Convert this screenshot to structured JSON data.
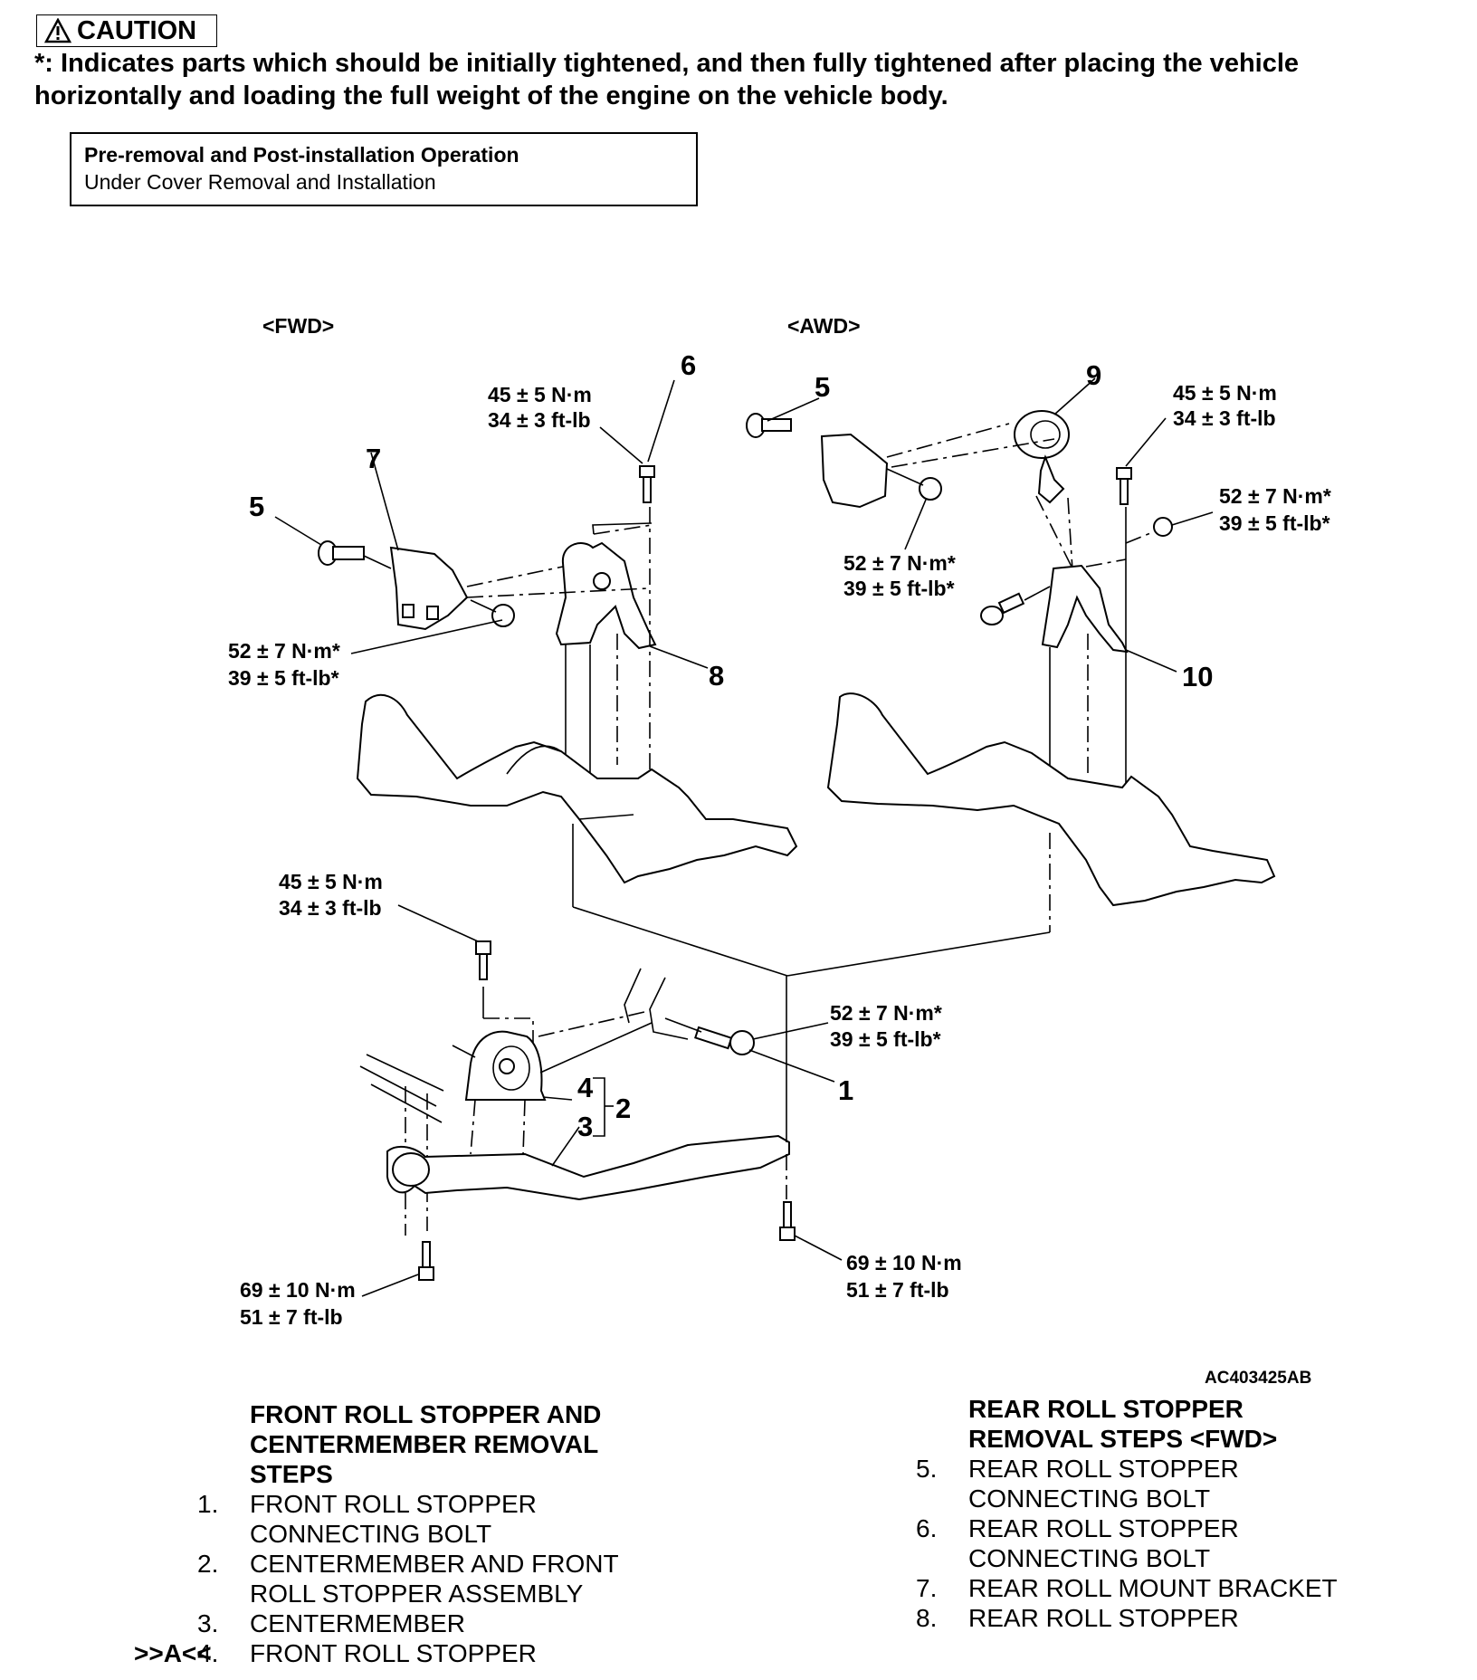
{
  "caution": {
    "label": "CAUTION",
    "icon": "warning-triangle-icon",
    "note": "*: Indicates parts which should be initially tightened, and then fully tightened after placing the vehicle horizontally and loading the full weight of the engine on the vehicle body."
  },
  "operation_box": {
    "title": "Pre-removal and Post-installation Operation",
    "item": "Under Cover Removal and Installation"
  },
  "diagram": {
    "fwd_label": "<FWD>",
    "awd_label": "<AWD>",
    "image_code": "AC403425AB",
    "callouts": {
      "fwd_5": "5",
      "fwd_6": "6",
      "fwd_7": "7",
      "fwd_8": "8",
      "awd_5": "5",
      "awd_9": "9",
      "awd_10": "10",
      "c1": "1",
      "c2": "2",
      "c3": "3",
      "c4": "4"
    },
    "torques": {
      "fwd_bolt6": {
        "nm": "45 ± 5 N·m",
        "ftlb": "34 ± 3 ft-lb"
      },
      "fwd_nut": {
        "nm": "52 ± 7 N·m*",
        "ftlb": "39 ± 5 ft-lb*"
      },
      "awd_bolt": {
        "nm": "45 ± 5 N·m",
        "ftlb": "34 ± 3 ft-lb"
      },
      "awd_nut_right": {
        "nm": "52 ± 7 N·m*",
        "ftlb": "39 ± 5 ft-lb*"
      },
      "awd_nut_left": {
        "nm": "52 ± 7 N·m*",
        "ftlb": "39 ± 5 ft-lb*"
      },
      "front_top_bolt": {
        "nm": "45 ± 5 N·m",
        "ftlb": "34 ± 3 ft-lb"
      },
      "front_bolt1": {
        "nm": "52 ± 7 N·m*",
        "ftlb": "39 ± 5 ft-lb*"
      },
      "center_left": {
        "nm": "69 ± 10 N·m",
        "ftlb": "51 ± 7 ft-lb"
      },
      "center_right": {
        "nm": "69 ± 10 N·m",
        "ftlb": "51 ± 7 ft-lb"
      }
    }
  },
  "front_steps": {
    "heading_lines": [
      "FRONT ROLL STOPPER AND",
      "CENTERMEMBER REMOVAL",
      "STEPS"
    ],
    "items": [
      {
        "marker": "",
        "num": "1.",
        "lines": [
          "FRONT ROLL STOPPER",
          "CONNECTING BOLT"
        ]
      },
      {
        "marker": "",
        "num": "2.",
        "lines": [
          "CENTERMEMBER AND FRONT",
          "ROLL STOPPER ASSEMBLY"
        ]
      },
      {
        "marker": "",
        "num": "3.",
        "lines": [
          "CENTERMEMBER"
        ]
      },
      {
        "marker": ">>A<<",
        "num": "4.",
        "lines": [
          "FRONT ROLL STOPPER"
        ]
      }
    ]
  },
  "rear_steps": {
    "heading_lines": [
      "REAR ROLL STOPPER",
      "REMOVAL STEPS <FWD>"
    ],
    "items": [
      {
        "marker": "",
        "num": "5.",
        "lines": [
          "REAR ROLL STOPPER",
          "CONNECTING BOLT"
        ]
      },
      {
        "marker": "",
        "num": "6.",
        "lines": [
          "REAR ROLL STOPPER",
          "CONNECTING BOLT"
        ]
      },
      {
        "marker": "",
        "num": "7.",
        "lines": [
          "REAR ROLL MOUNT BRACKET"
        ]
      },
      {
        "marker": "",
        "num": "8.",
        "lines": [
          "REAR ROLL STOPPER"
        ]
      }
    ]
  }
}
